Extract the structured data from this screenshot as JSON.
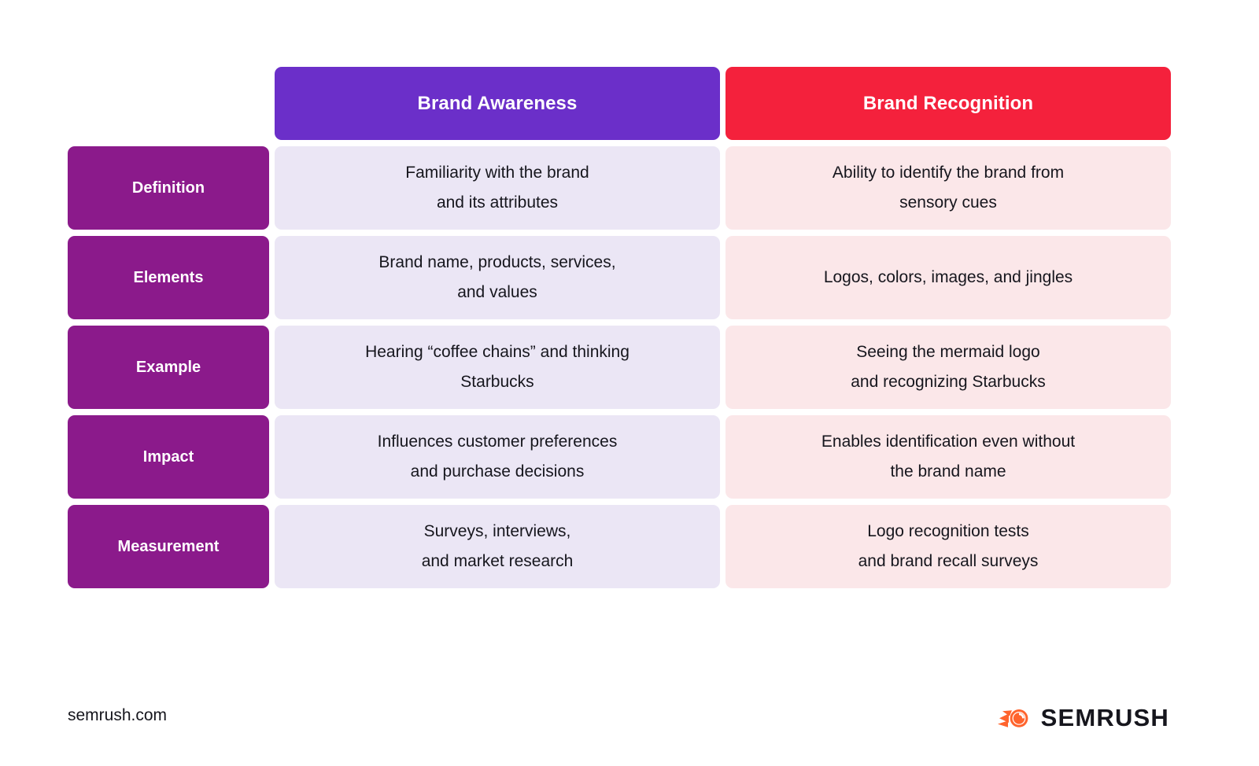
{
  "table": {
    "columns": [
      {
        "key": "label",
        "header": ""
      },
      {
        "key": "awareness",
        "header": "Brand Awareness",
        "header_color": "#6B2FC9",
        "cell_color": "#EBE6F5"
      },
      {
        "key": "recognition",
        "header": "Brand Recognition",
        "header_color": "#F4213C",
        "cell_color": "#FBE7E9"
      }
    ],
    "label_color": "#8B1A8B",
    "rows": [
      {
        "label": "Definition",
        "awareness": "Familiarity with the brand\nand its attributes",
        "recognition": "Ability to identify the brand from\nsensory cues"
      },
      {
        "label": "Elements",
        "awareness": "Brand name, products, services,\nand values",
        "recognition": "Logos, colors, images, and jingles"
      },
      {
        "label": "Example",
        "awareness": "Hearing “coffee chains” and thinking\nStarbucks",
        "recognition": "Seeing the mermaid logo\nand recognizing Starbucks"
      },
      {
        "label": "Impact",
        "awareness": "Influences customer preferences\nand purchase decisions",
        "recognition": "Enables identification even without\nthe brand name"
      },
      {
        "label": "Measurement",
        "awareness": "Surveys, interviews,\nand market research",
        "recognition": "Logo recognition tests\nand brand recall surveys"
      }
    ]
  },
  "footer": {
    "url": "semrush.com",
    "brand_name": "SEMRUSH",
    "brand_icon": "semrush-comet-logo-icon",
    "brand_accent": "#FF642D"
  }
}
